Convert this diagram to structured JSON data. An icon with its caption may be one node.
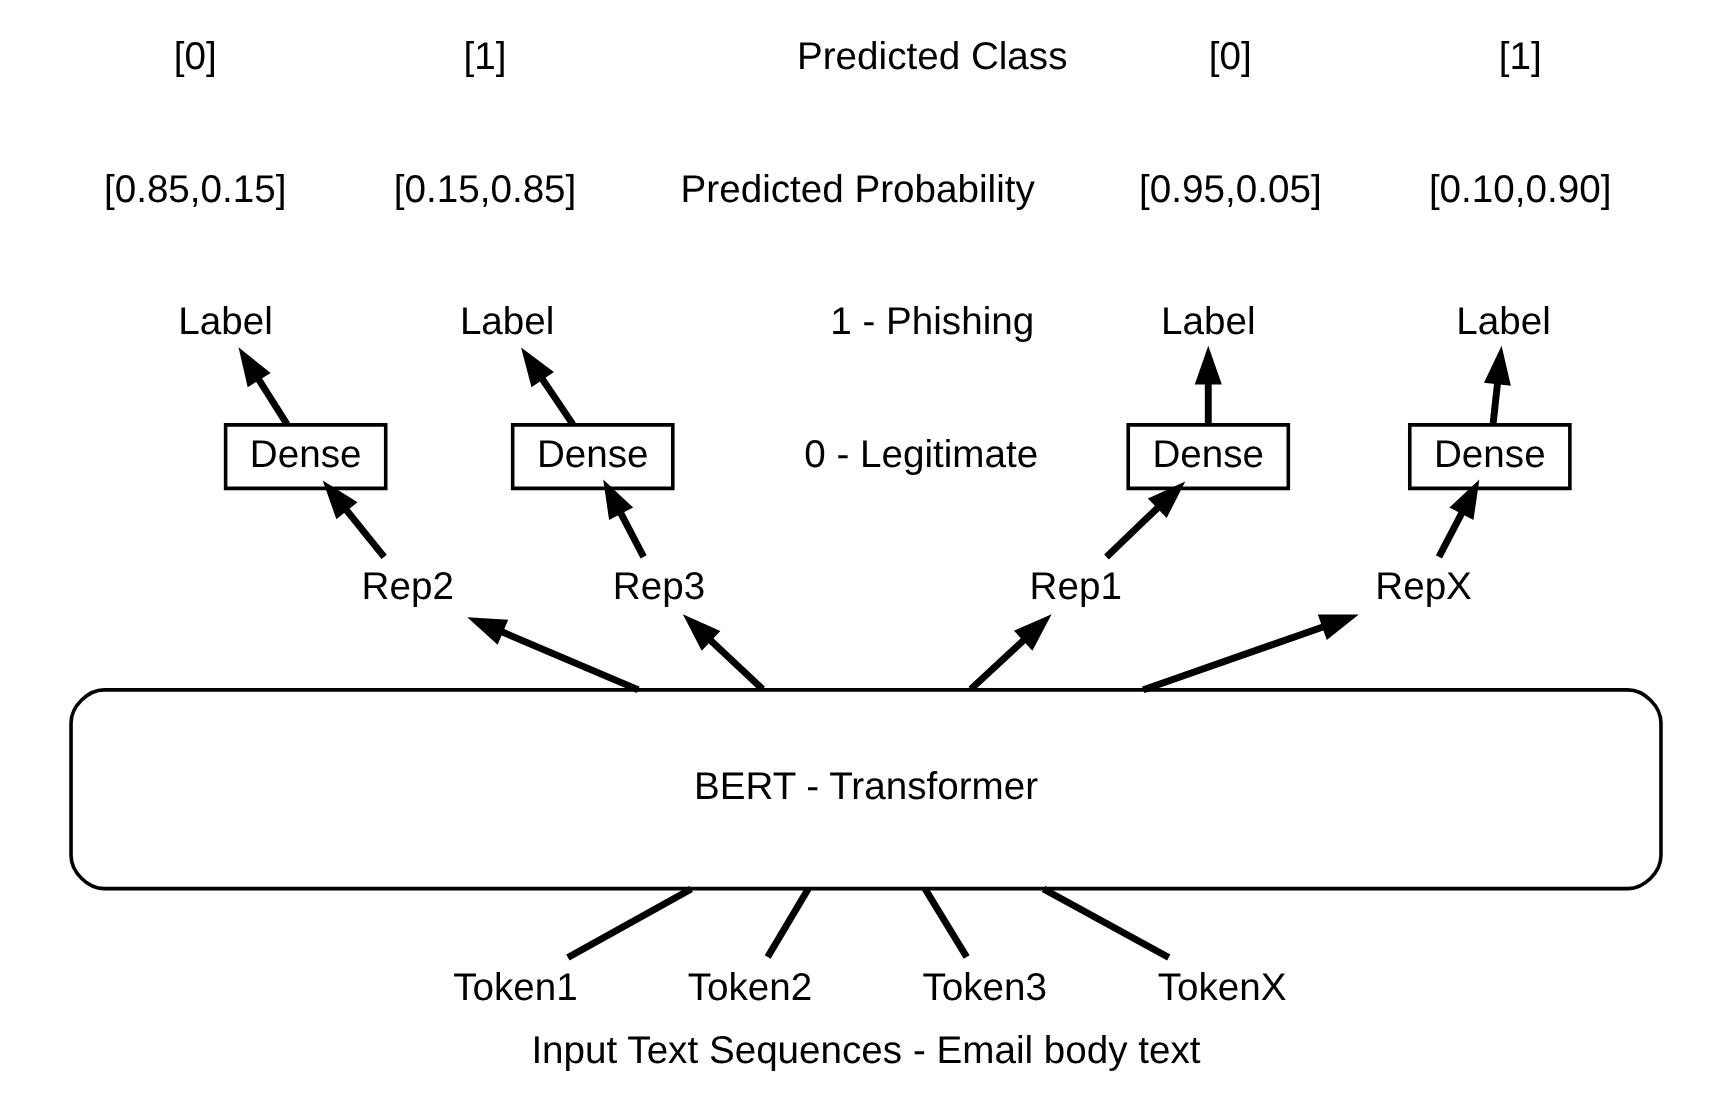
{
  "diagram": {
    "caption": "Input Text Sequences - Email body text",
    "nodes": [
      {
        "text": [
          "Label"
        ],
        "beside": [
          "[0]",
          "[0.95,0.05]"
        ]
      },
      {
        "text": [
          "Label"
        ],
        "beside": [
          "[0]",
          "[0.85,0.15]"
        ]
      },
      {
        "text": [
          "Label"
        ],
        "beside": [
          "[1]",
          "[0.15,0.85]"
        ]
      },
      {
        "text": [
          "Label"
        ],
        "beside": [
          "[1]",
          "[0.10,0.90]"
        ]
      },
      {
        "text": [
          "Dense"
        ]
      },
      {
        "text": [
          "Dense"
        ]
      },
      {
        "text": [
          "Dense"
        ]
      },
      {
        "text": [
          "Dense"
        ]
      },
      {
        "text": [
          "Rep1"
        ]
      },
      {
        "text": [
          "Rep2"
        ]
      },
      {
        "text": [
          "Rep3"
        ]
      },
      {
        "text": [
          "RepX"
        ]
      },
      {
        "text": [
          "BERT - Transformer"
        ]
      },
      {
        "text": [
          "Token1"
        ]
      },
      {
        "text": [
          "Token2"
        ]
      },
      {
        "text": [
          "Token3"
        ]
      },
      {
        "text": [
          "TokenX"
        ]
      }
    ],
    "edges": [
      {
        "from": 4,
        "to": 0,
        "arrow": "to"
      },
      {
        "from": 5,
        "to": 1,
        "arrow": "to"
      },
      {
        "from": 6,
        "to": 2,
        "arrow": "to"
      },
      {
        "from": 7,
        "to": 3,
        "arrow": "to"
      },
      {
        "from": 8,
        "to": 4,
        "arrow": "to"
      },
      {
        "from": 9,
        "to": 5,
        "arrow": "to"
      },
      {
        "from": 10,
        "to": 6,
        "arrow": "to"
      },
      {
        "from": 11,
        "to": 7,
        "arrow": "to"
      },
      {
        "from": 12,
        "to": 8,
        "arrow": "to"
      },
      {
        "from": 12,
        "to": 9,
        "arrow": "to"
      },
      {
        "from": 12,
        "to": 10,
        "arrow": "to"
      },
      {
        "from": 12,
        "to": 11,
        "arrow": "to"
      },
      {
        "from": 13,
        "to": 12,
        "arrow": "none"
      },
      {
        "from": 14,
        "to": 12,
        "arrow": "none"
      },
      {
        "from": 15,
        "to": 12,
        "arrow": "none"
      },
      {
        "from": 16,
        "to": 12,
        "arrow": "none"
      }
    ],
    "labels": [
      "Predicted Class",
      "Predicted Probability",
      "1 - Phishing",
      "0 - Legitimate"
    ]
  }
}
